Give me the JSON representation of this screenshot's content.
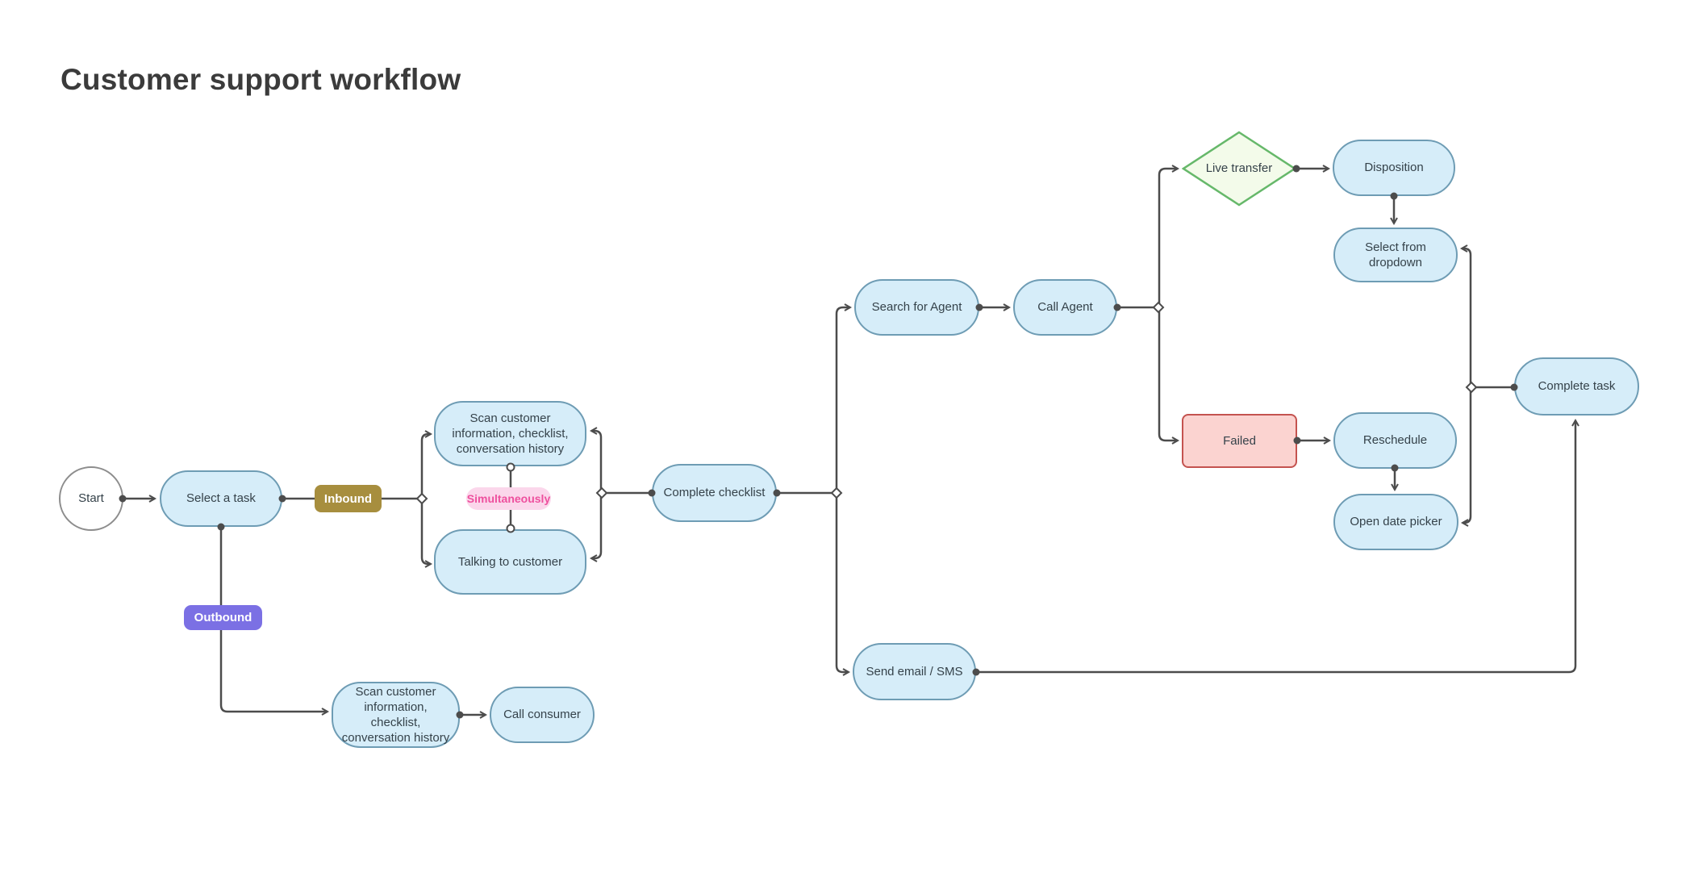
{
  "title": "Customer support workflow",
  "colors": {
    "node_fill": "#d6edf9",
    "node_border": "#6e9cb4",
    "node_text": "#35424a",
    "connector": "#4c4c4c",
    "decision_fill": "#f3fbea",
    "decision_border": "#66b86a",
    "failed_fill": "#fbd3d0",
    "failed_border": "#c4534f",
    "inbound_bg": "#a78e3e",
    "outbound_bg": "#7b70e4",
    "simultaneously_bg": "#fbd7eb",
    "simultaneously_text": "#ee509e"
  },
  "nodes": {
    "start": {
      "label": "Start",
      "shape": "circle"
    },
    "select_task": {
      "label": "Select a task",
      "shape": "pill"
    },
    "scan_top": {
      "label": "Scan customer\ninformation, checklist,\nconversation history",
      "shape": "pill"
    },
    "talking": {
      "label": "Talking to customer",
      "shape": "pill"
    },
    "complete_checklist": {
      "label": "Complete checklist",
      "shape": "pill"
    },
    "search_agent": {
      "label": "Search for Agent",
      "shape": "pill"
    },
    "call_agent": {
      "label": "Call Agent",
      "shape": "pill"
    },
    "live_transfer": {
      "label": "Live transfer",
      "shape": "decision-diamond"
    },
    "disposition": {
      "label": "Disposition",
      "shape": "pill"
    },
    "select_dropdown": {
      "label": "Select from\ndropdown",
      "shape": "pill"
    },
    "failed": {
      "label": "Failed",
      "shape": "alert-rect"
    },
    "reschedule": {
      "label": "Reschedule",
      "shape": "pill"
    },
    "open_date_picker": {
      "label": "Open date picker",
      "shape": "pill"
    },
    "complete_task": {
      "label": "Complete task",
      "shape": "pill"
    },
    "send_email": {
      "label": "Send email / SMS",
      "shape": "pill"
    },
    "scan_bottom": {
      "label": "Scan customer\ninformation, checklist,\nconversation history",
      "shape": "pill"
    },
    "call_consumer": {
      "label": "Call consumer",
      "shape": "pill"
    }
  },
  "edge_labels": {
    "inbound": "Inbound",
    "outbound": "Outbound",
    "simultaneously": "Simultaneously"
  }
}
